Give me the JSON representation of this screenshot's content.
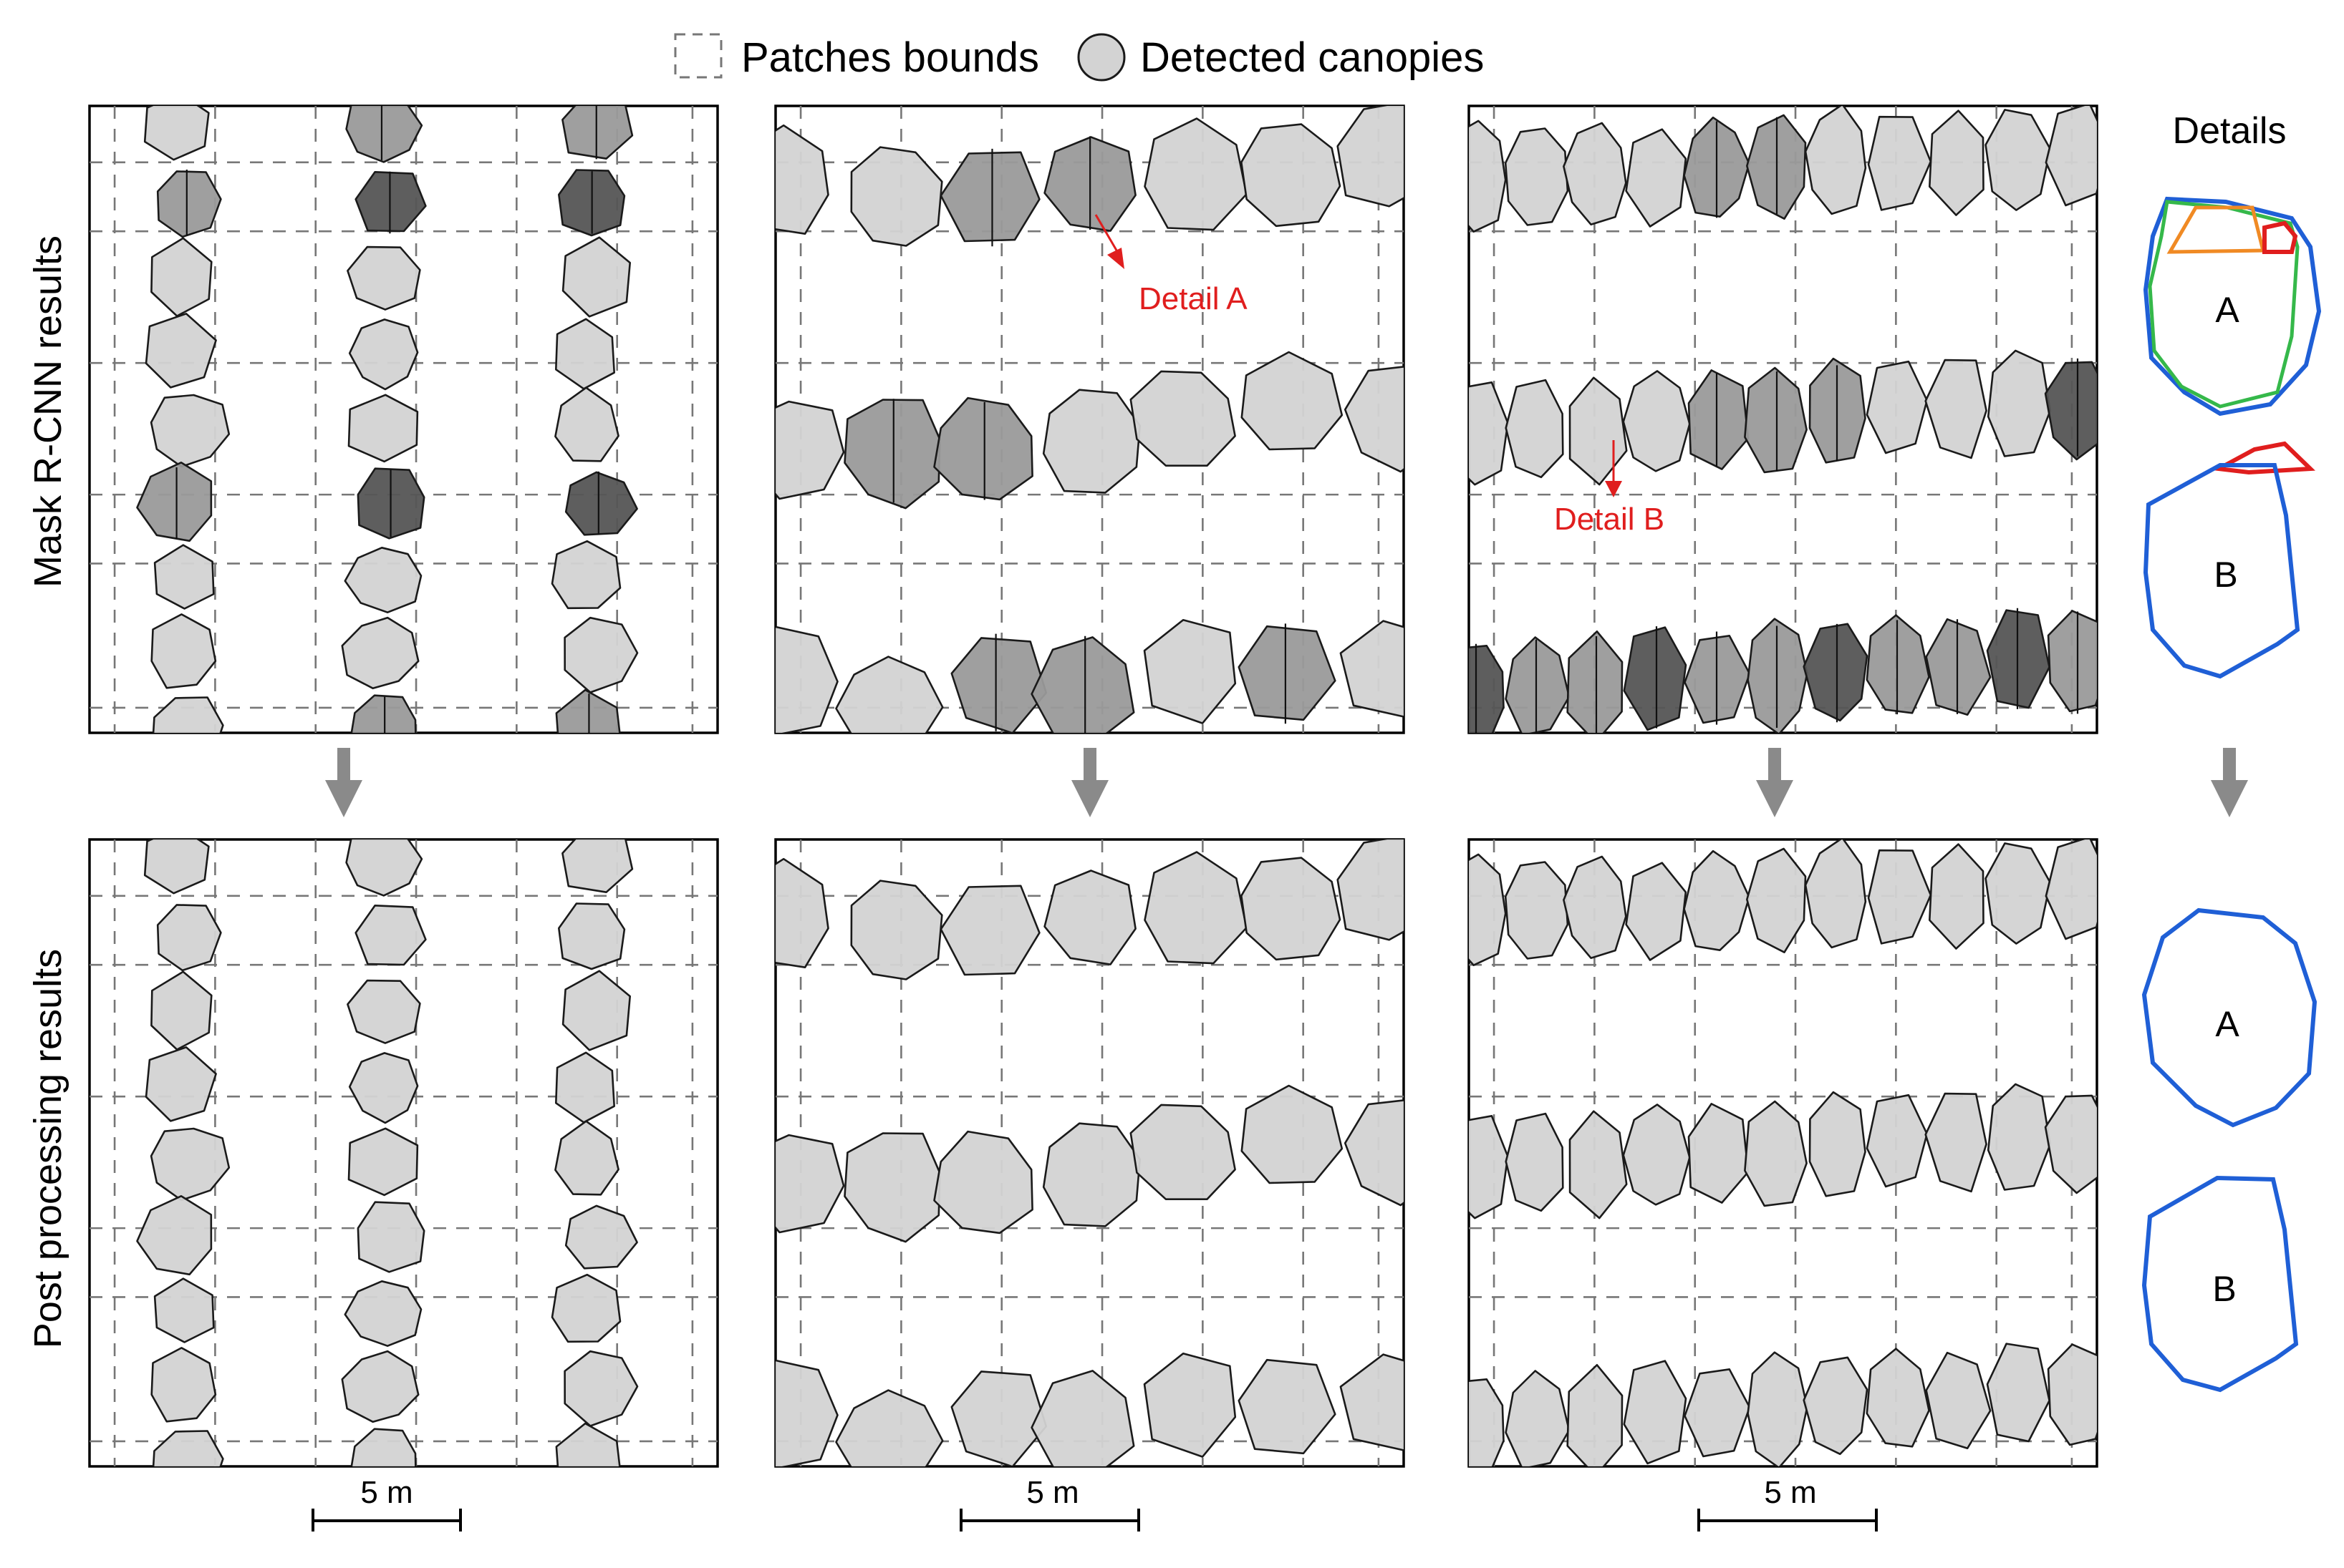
{
  "legend": {
    "bounds_label": "Patches bounds",
    "canopies_label": "Detected canopies"
  },
  "rows": {
    "top_label": "Mask R-CNN results",
    "bottom_label": "Post processing results"
  },
  "details": {
    "title": "Details",
    "a_letter": "A",
    "b_letter": "B",
    "colors": {
      "blue": "#1f5fd6",
      "green": "#35b84a",
      "orange": "#f08a24",
      "red": "#e01e1e"
    }
  },
  "callouts": {
    "a": "Detail A",
    "b": "Detail B"
  },
  "scalebars": [
    "5 m",
    "5 m",
    "5 m"
  ],
  "colors": {
    "canopy_fill": "#d3d3d3",
    "overlap_fill_mid": "#9a9a9a",
    "overlap_fill_dark": "#555555",
    "bounds_stroke": "#777777",
    "arrow": "#8a8a8a"
  }
}
